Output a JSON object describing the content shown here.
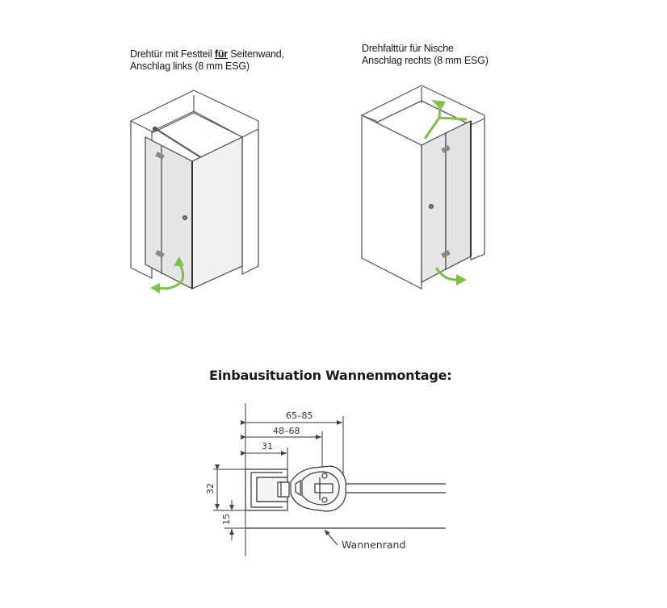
{
  "captions": {
    "left": {
      "line1_pre": "Drehtür mit Festteil ",
      "line1_bold": "für",
      "line1_post": " Seitenwand,",
      "line2": "Anschlag links (8 mm ESG)"
    },
    "right": {
      "line1": "Drehfalttür für Nische",
      "line2": "Anschlag rechts (8 mm ESG)"
    }
  },
  "section_title": "Einbausituation Wannenmontage:",
  "dimensions": {
    "d1": "65–85",
    "d2": "48–68",
    "d3": "31",
    "height": "32",
    "small": "15"
  },
  "label_wannenrand": "Wannenrand",
  "colors": {
    "line": "#4a4a4a",
    "arrow": "#7dc242",
    "glass": "#e6e6e6"
  }
}
